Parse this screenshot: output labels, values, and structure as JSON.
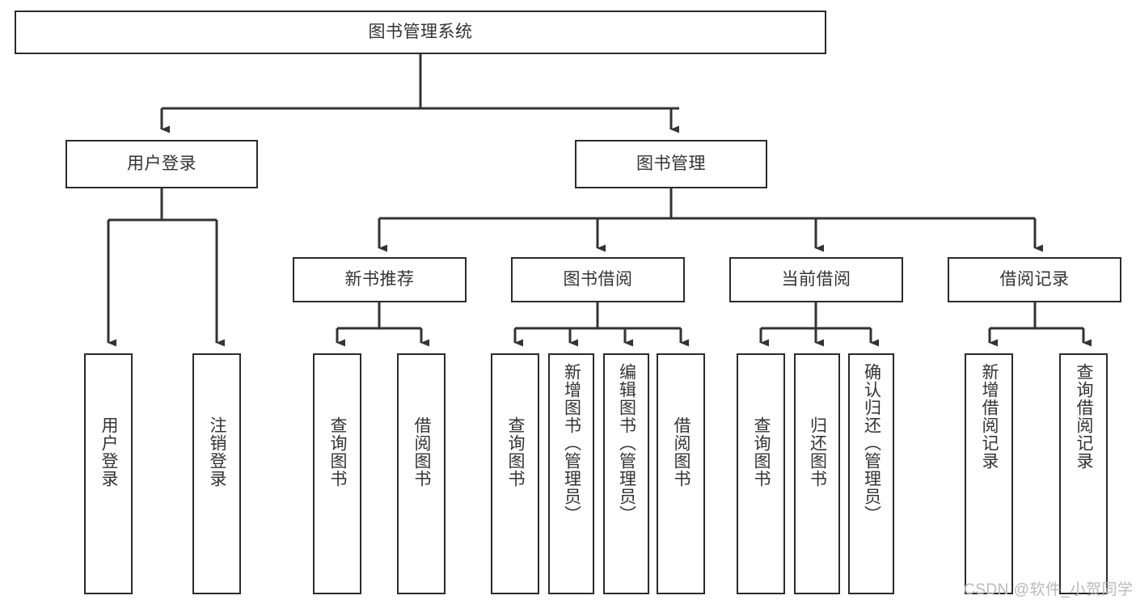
{
  "diagram": {
    "type": "tree-hierarchy",
    "title": "图书管理系统",
    "root": {
      "id": "root",
      "label": "图书管理系统",
      "level": 0
    },
    "level1": [
      {
        "id": "user-login",
        "label": "用户登录"
      },
      {
        "id": "book-manage",
        "label": "图书管理"
      }
    ],
    "level2": [
      {
        "id": "new-book-rec",
        "label": "新书推荐",
        "parent": "book-manage"
      },
      {
        "id": "book-borrow",
        "label": "图书借阅",
        "parent": "book-manage"
      },
      {
        "id": "current-borrow",
        "label": "当前借阅",
        "parent": "book-manage"
      },
      {
        "id": "borrow-record",
        "label": "借阅记录",
        "parent": "book-manage"
      }
    ],
    "leaves": [
      {
        "id": "leaf-user-login",
        "label": "用户登录",
        "parent": "user-login"
      },
      {
        "id": "leaf-logout",
        "label": "注销登录",
        "parent": "user-login"
      },
      {
        "id": "leaf-query-book-1",
        "label": "查询图书",
        "parent": "new-book-rec"
      },
      {
        "id": "leaf-borrow-book-1",
        "label": "借阅图书",
        "parent": "new-book-rec"
      },
      {
        "id": "leaf-query-book-2",
        "label": "查询图书",
        "parent": "book-borrow"
      },
      {
        "id": "leaf-add-book",
        "label": "新增图书（管理员）",
        "parent": "book-borrow"
      },
      {
        "id": "leaf-edit-book",
        "label": "编辑图书（管理员）",
        "parent": "book-borrow"
      },
      {
        "id": "leaf-borrow-book-2",
        "label": "借阅图书",
        "parent": "book-borrow"
      },
      {
        "id": "leaf-query-book-3",
        "label": "查询图书",
        "parent": "current-borrow"
      },
      {
        "id": "leaf-return-book",
        "label": "归还图书",
        "parent": "current-borrow"
      },
      {
        "id": "leaf-confirm-return",
        "label": "确认归还（管理员）",
        "parent": "current-borrow"
      },
      {
        "id": "leaf-add-record",
        "label": "新增借阅记录",
        "parent": "borrow-record"
      },
      {
        "id": "leaf-query-record",
        "label": "查询借阅记录",
        "parent": "borrow-record"
      }
    ]
  },
  "watermark": {
    "text": "CSDN @软件_小贺同学"
  },
  "colors": {
    "border": "#2b2b2b",
    "text": "#333333",
    "background": "#ffffff",
    "connector": "#333333",
    "watermark": "#b9b9b9"
  }
}
